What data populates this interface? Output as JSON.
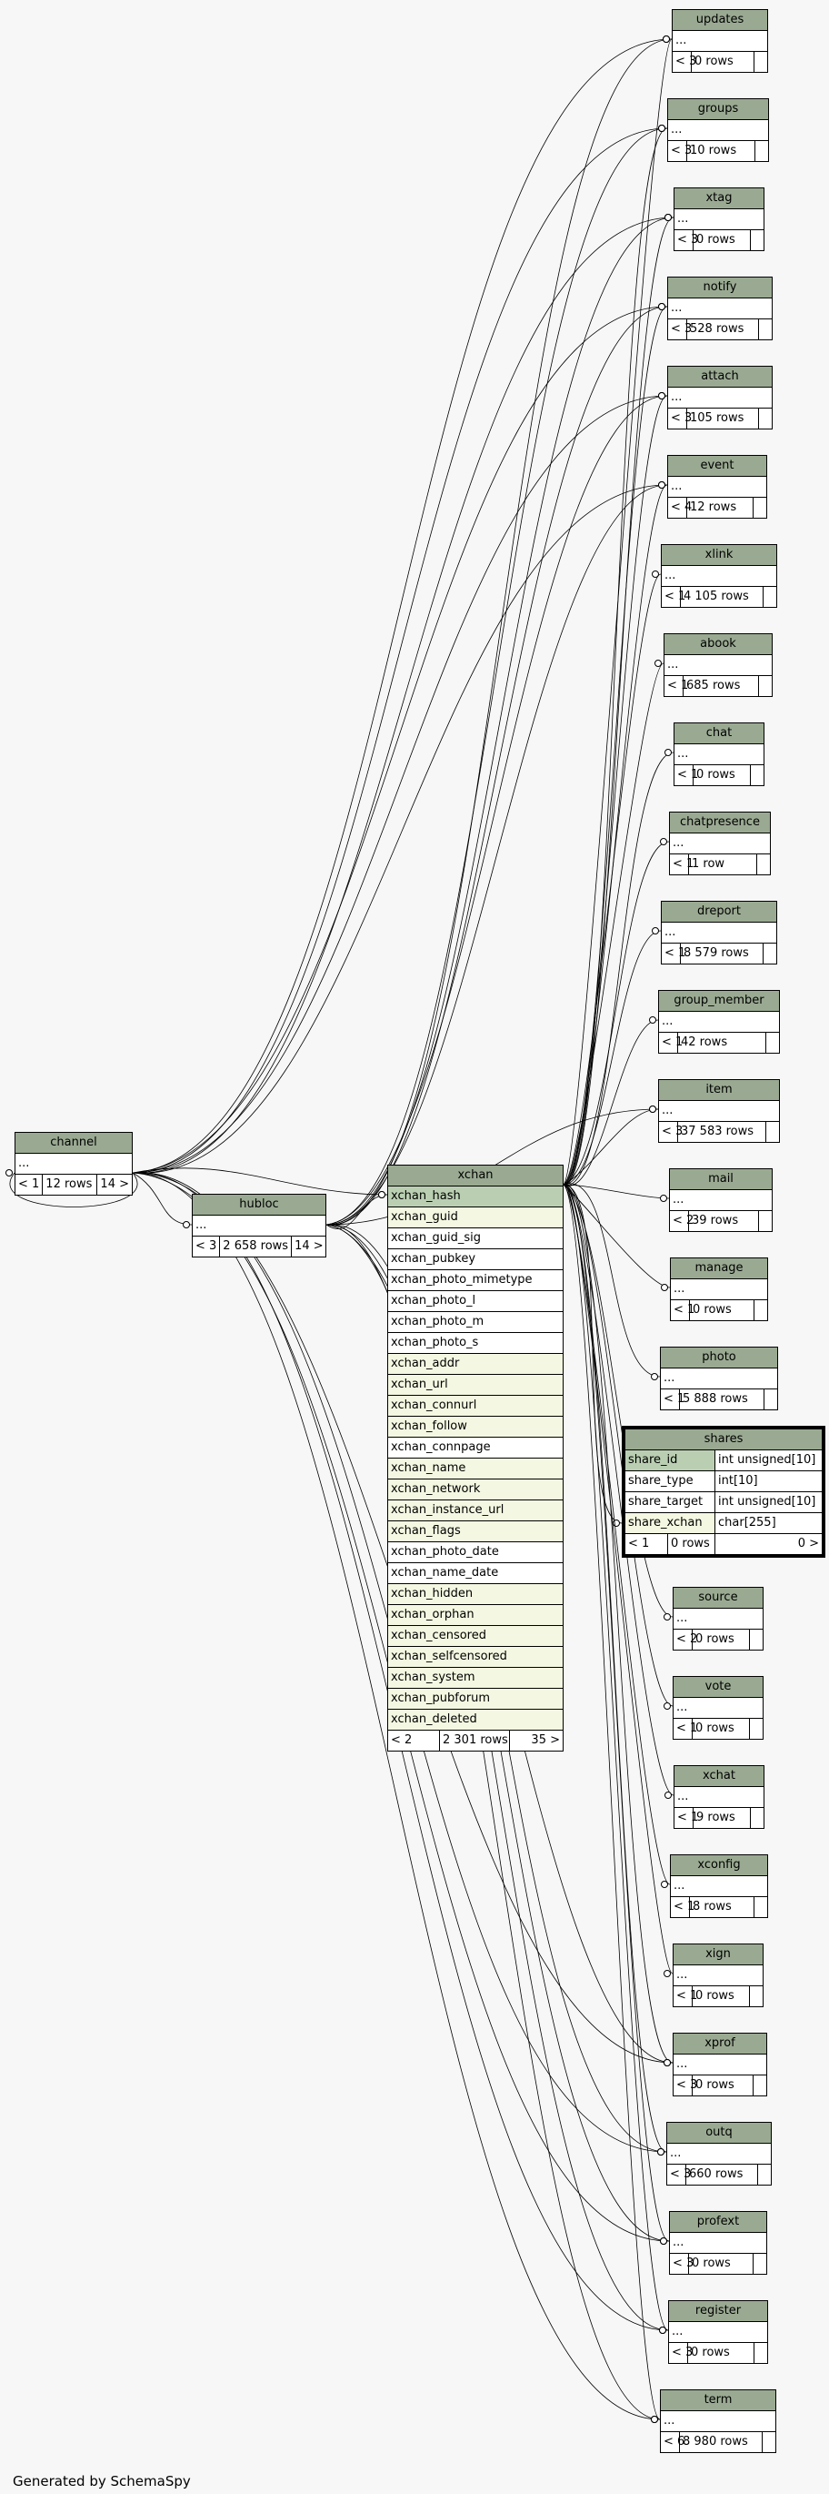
{
  "generated_by": "Generated by SchemaSpy",
  "row_placeholder": "...",
  "channel": {
    "name": "channel",
    "parents": "< 1",
    "rows": "12 rows",
    "children": "14 >"
  },
  "hubloc": {
    "name": "hubloc",
    "parents": "< 3",
    "rows": "2 658 rows",
    "children": "14 >"
  },
  "xchan": {
    "name": "xchan",
    "columns": [
      "xchan_hash",
      "xchan_guid",
      "xchan_guid_sig",
      "xchan_pubkey",
      "xchan_photo_mimetype",
      "xchan_photo_l",
      "xchan_photo_m",
      "xchan_photo_s",
      "xchan_addr",
      "xchan_url",
      "xchan_connurl",
      "xchan_follow",
      "xchan_connpage",
      "xchan_name",
      "xchan_network",
      "xchan_instance_url",
      "xchan_flags",
      "xchan_photo_date",
      "xchan_name_date",
      "xchan_hidden",
      "xchan_orphan",
      "xchan_censored",
      "xchan_selfcensored",
      "xchan_system",
      "xchan_pubforum",
      "xchan_deleted"
    ],
    "parents": "< 2",
    "rows": "2 301 rows",
    "children": "35 >"
  },
  "shares": {
    "name": "shares",
    "columns": [
      {
        "name": "share_id",
        "type": "int unsigned[10]"
      },
      {
        "name": "share_type",
        "type": "int[10]"
      },
      {
        "name": "share_target",
        "type": "int unsigned[10]"
      },
      {
        "name": "share_xchan",
        "type": "char[255]"
      }
    ],
    "parents": "< 1",
    "rows": "0 rows",
    "children": "0 >"
  },
  "tables": [
    {
      "name": "updates",
      "parents": "< 3",
      "rows": "0 rows"
    },
    {
      "name": "groups",
      "parents": "< 3",
      "rows": "10 rows"
    },
    {
      "name": "xtag",
      "parents": "< 3",
      "rows": "0 rows"
    },
    {
      "name": "notify",
      "parents": "< 3",
      "rows": "528 rows"
    },
    {
      "name": "attach",
      "parents": "< 3",
      "rows": "105 rows"
    },
    {
      "name": "event",
      "parents": "< 4",
      "rows": "12 rows"
    },
    {
      "name": "xlink",
      "parents": "< 1",
      "rows": "4 105 rows"
    },
    {
      "name": "abook",
      "parents": "< 1",
      "rows": "685 rows"
    },
    {
      "name": "chat",
      "parents": "< 1",
      "rows": "0 rows"
    },
    {
      "name": "chatpresence",
      "parents": "< 1",
      "rows": "1 row"
    },
    {
      "name": "dreport",
      "parents": "< 1",
      "rows": "8 579 rows"
    },
    {
      "name": "group_member",
      "parents": "< 1",
      "rows": "42 rows"
    },
    {
      "name": "item",
      "parents": "< 3",
      "rows": "37 583 rows"
    },
    {
      "name": "mail",
      "parents": "< 2",
      "rows": "39 rows"
    },
    {
      "name": "manage",
      "parents": "< 1",
      "rows": "0 rows"
    },
    {
      "name": "photo",
      "parents": "< 1",
      "rows": "5 888 rows"
    },
    {
      "name": "source",
      "parents": "< 2",
      "rows": "0 rows"
    },
    {
      "name": "vote",
      "parents": "< 1",
      "rows": "0 rows"
    },
    {
      "name": "xchat",
      "parents": "< 1",
      "rows": "9 rows"
    },
    {
      "name": "xconfig",
      "parents": "< 1",
      "rows": "8 rows"
    },
    {
      "name": "xign",
      "parents": "< 1",
      "rows": "0 rows"
    },
    {
      "name": "xprof",
      "parents": "< 3",
      "rows": "0 rows"
    },
    {
      "name": "outq",
      "parents": "< 3",
      "rows": "660 rows"
    },
    {
      "name": "profext",
      "parents": "< 3",
      "rows": "0 rows"
    },
    {
      "name": "register",
      "parents": "< 3",
      "rows": "0 rows"
    },
    {
      "name": "term",
      "parents": "< 6",
      "rows": "8 980 rows"
    }
  ],
  "relationships": [
    {
      "from": "channel",
      "to": "updates"
    },
    {
      "from": "channel",
      "to": "groups"
    },
    {
      "from": "channel",
      "to": "xtag"
    },
    {
      "from": "channel",
      "to": "notify"
    },
    {
      "from": "channel",
      "to": "attach"
    },
    {
      "from": "channel",
      "to": "event"
    },
    {
      "from": "channel",
      "to": "xprof"
    },
    {
      "from": "channel",
      "to": "outq"
    },
    {
      "from": "channel",
      "to": "profext"
    },
    {
      "from": "channel",
      "to": "register"
    },
    {
      "from": "channel",
      "to": "term"
    },
    {
      "from": "channel",
      "to": "hubloc"
    },
    {
      "from": "channel",
      "to": "xchan"
    },
    {
      "from": "channel",
      "to": "channel"
    },
    {
      "from": "hubloc",
      "to": "updates"
    },
    {
      "from": "hubloc",
      "to": "groups"
    },
    {
      "from": "hubloc",
      "to": "xtag"
    },
    {
      "from": "hubloc",
      "to": "notify"
    },
    {
      "from": "hubloc",
      "to": "attach"
    },
    {
      "from": "hubloc",
      "to": "event"
    },
    {
      "from": "hubloc",
      "to": "xprof"
    },
    {
      "from": "hubloc",
      "to": "outq"
    },
    {
      "from": "hubloc",
      "to": "profext"
    },
    {
      "from": "hubloc",
      "to": "register"
    },
    {
      "from": "hubloc",
      "to": "term"
    },
    {
      "from": "hubloc",
      "to": "item"
    },
    {
      "from": "hubloc",
      "to": "xchan"
    },
    {
      "from": "xchan",
      "to": "updates"
    },
    {
      "from": "xchan",
      "to": "groups"
    },
    {
      "from": "xchan",
      "to": "xtag"
    },
    {
      "from": "xchan",
      "to": "notify"
    },
    {
      "from": "xchan",
      "to": "attach"
    },
    {
      "from": "xchan",
      "to": "event"
    },
    {
      "from": "xchan",
      "to": "xlink"
    },
    {
      "from": "xchan",
      "to": "abook"
    },
    {
      "from": "xchan",
      "to": "chat"
    },
    {
      "from": "xchan",
      "to": "chatpresence"
    },
    {
      "from": "xchan",
      "to": "dreport"
    },
    {
      "from": "xchan",
      "to": "group_member"
    },
    {
      "from": "xchan",
      "to": "item"
    },
    {
      "from": "xchan",
      "to": "mail"
    },
    {
      "from": "xchan",
      "to": "manage"
    },
    {
      "from": "xchan",
      "to": "photo"
    },
    {
      "from": "xchan",
      "to": "shares"
    },
    {
      "from": "xchan",
      "to": "source"
    },
    {
      "from": "xchan",
      "to": "vote"
    },
    {
      "from": "xchan",
      "to": "xchat"
    },
    {
      "from": "xchan",
      "to": "xconfig"
    },
    {
      "from": "xchan",
      "to": "xign"
    },
    {
      "from": "xchan",
      "to": "xprof"
    },
    {
      "from": "xchan",
      "to": "outq"
    },
    {
      "from": "xchan",
      "to": "profext"
    },
    {
      "from": "xchan",
      "to": "register"
    },
    {
      "from": "xchan",
      "to": "term"
    }
  ]
}
